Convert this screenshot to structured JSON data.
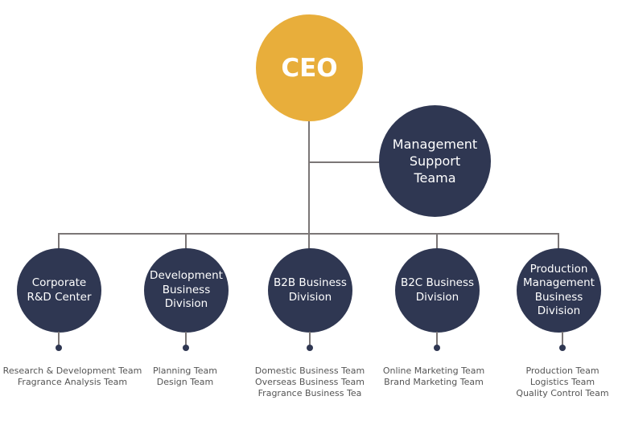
{
  "ceo": {
    "label": "CEO",
    "color": "#e8ae3b"
  },
  "management_support": {
    "label": "Management\nSupport\nTeama",
    "color": "#2f3752"
  },
  "divisions": [
    {
      "label": "Corporate\nR&D Center",
      "teams": [
        "Research & Development Team",
        "Fragrance Analysis Team"
      ]
    },
    {
      "label": "Development\nBusiness\nDivision",
      "teams": [
        "Planning Team",
        "Design Team"
      ]
    },
    {
      "label": "B2B Business\nDivision",
      "teams": [
        "Domestic Business Team",
        "Overseas Business Team",
        "Fragrance Business Tea"
      ]
    },
    {
      "label": "B2C Business\nDivision",
      "teams": [
        "Online Marketing Team",
        "Brand Marketing Team"
      ]
    },
    {
      "label": "Production\nManagement\nBusiness\nDivision",
      "teams": [
        "Production Team",
        "Logistics Team",
        "Quality Control Team"
      ]
    }
  ],
  "colors": {
    "node": "#2f3752",
    "connector": "#7b7676",
    "team_text": "#555555"
  }
}
